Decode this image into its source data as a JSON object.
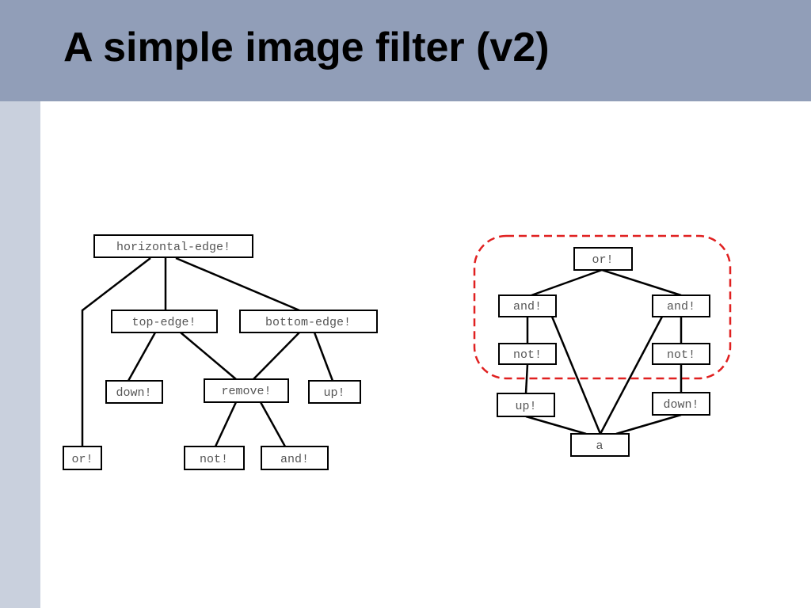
{
  "slide": {
    "title": "A simple image filter (v2)"
  },
  "left_tree": {
    "horizontal_edge": "horizontal-edge!",
    "top_edge": "top-edge!",
    "bottom_edge": "bottom-edge!",
    "down": "down!",
    "remove": "remove!",
    "up": "up!",
    "or": "or!",
    "not": "not!",
    "and": "and!"
  },
  "right_graph": {
    "or": "or!",
    "and_left": "and!",
    "and_right": "and!",
    "not_left": "not!",
    "not_right": "not!",
    "up": "up!",
    "down": "down!",
    "a": "a"
  },
  "colors": {
    "header": "#919eb8",
    "sidebar": "#c9d0dd",
    "highlight_dash": "#e02020"
  }
}
